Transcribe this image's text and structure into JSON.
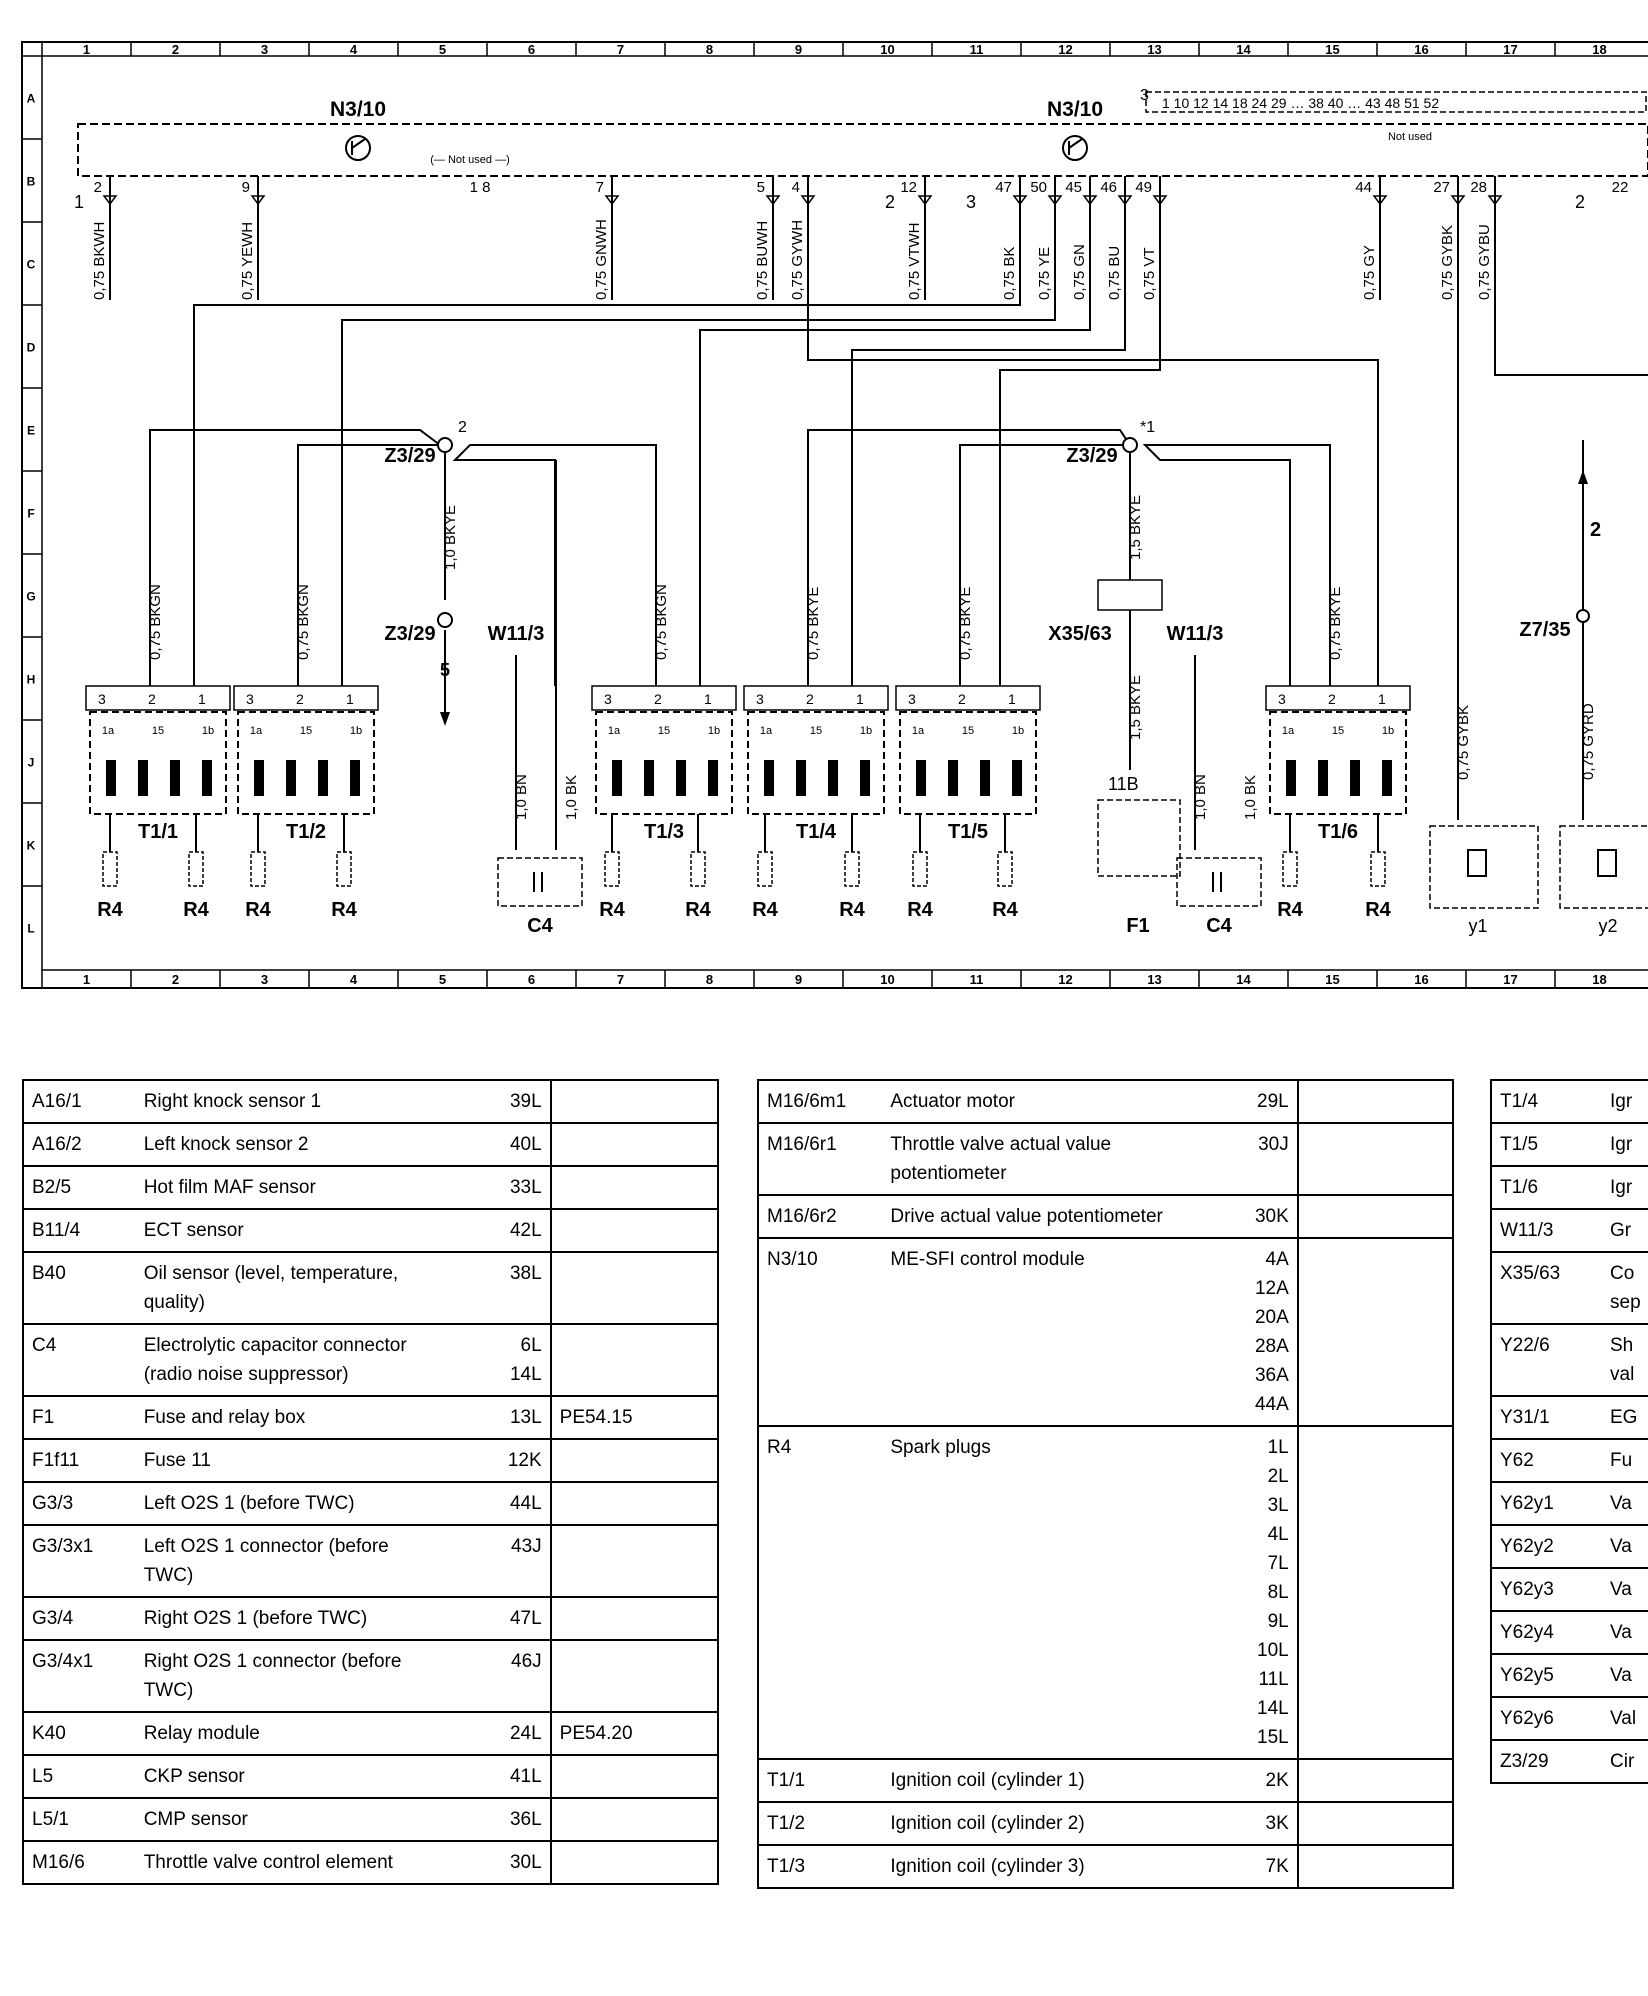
{
  "grid": {
    "columns": [
      "1",
      "2",
      "3",
      "4",
      "5",
      "6",
      "7",
      "8",
      "9",
      "10",
      "11",
      "12",
      "13",
      "14",
      "15",
      "16",
      "17",
      "18"
    ],
    "rows": [
      "A",
      "B",
      "C",
      "D",
      "E",
      "F",
      "G",
      "H",
      "J",
      "K",
      "L"
    ]
  },
  "diagram": {
    "module_left": "N3/10",
    "module_right": "N3/10",
    "not_used_left": "Not used",
    "not_used_right": "Not used",
    "right_pins_label": "1 10 12 14 18 24 29 … 38 40 … 43 48 51 52",
    "splice_a": "Z3/29",
    "splice_b": "Z3/29",
    "splice_c": "Z3/29",
    "splice_d": "Z7/35",
    "ground_a": "W11/3",
    "ground_b": "W11/3",
    "connector": "X35/63",
    "fuse_box": "F1",
    "fuse_ref": "11B",
    "capacitor_a": "C4",
    "capacitor_b": "C4",
    "spark_plug": "R4",
    "valves": [
      "y1",
      "y2"
    ],
    "arrow_5": "5",
    "arrow_2": "2",
    "coils": [
      "T1/1",
      "T1/2",
      "T1/3",
      "T1/4",
      "T1/5",
      "T1/6"
    ],
    "wires": {
      "w1": "0,75 BKWH",
      "w2": "0,75 YEWH",
      "w3": "0,75 GNWH",
      "w4": "0,75 BUWH",
      "w5": "0,75 GYWH",
      "w6": "0,75 VTWH",
      "w7": "0,75 BK",
      "w8": "0,75 YE",
      "w9": "0,75 GN",
      "w10": "0,75 BU",
      "w11": "0,75 VT",
      "w12": "0,75 GY",
      "w13": "0,75 GYBK",
      "w14": "0,75 GYBU",
      "bkgn": "0,75 BKGN",
      "bkye": "0,75 BKYE",
      "z329": "1,0 BKYE",
      "x3563a": "1,5 BKYE",
      "x3563b": "1,5 BKYE",
      "bn": "1,0 BN",
      "bk": "1,0 BK",
      "gybk": "0,75 GYBK",
      "gyrd": "0,75 GYRD"
    },
    "pins": {
      "p2": "2",
      "p9": "9",
      "p1": "1",
      "p8": "8",
      "p7": "7",
      "p5": "5",
      "p4": "4",
      "p12": "12",
      "p47": "47",
      "p50": "50",
      "p45": "45",
      "p46": "46",
      "p49": "49",
      "p44": "44",
      "p27": "27",
      "p28": "28",
      "p22": "22",
      "p3": "3",
      "star1": "*1",
      "coil_pins": [
        "3",
        "2",
        "1"
      ],
      "coil_inner": [
        "1a",
        "15",
        "1b"
      ]
    }
  },
  "legend": {
    "table1": [
      {
        "code": "A16/1",
        "desc": [
          "Right knock sensor 1"
        ],
        "loc": [
          "39L"
        ],
        "ref": ""
      },
      {
        "code": "A16/2",
        "desc": [
          "Left knock sensor 2"
        ],
        "loc": [
          "40L"
        ],
        "ref": ""
      },
      {
        "code": "B2/5",
        "desc": [
          "Hot film MAF sensor"
        ],
        "loc": [
          "33L"
        ],
        "ref": ""
      },
      {
        "code": "B11/4",
        "desc": [
          "ECT sensor"
        ],
        "loc": [
          "42L"
        ],
        "ref": ""
      },
      {
        "code": "B40",
        "desc": [
          "Oil sensor (level, temperature,",
          "quality)"
        ],
        "loc": [
          "38L"
        ],
        "ref": ""
      },
      {
        "code": "C4",
        "desc": [
          "Electrolytic capacitor connector",
          "(radio noise suppressor)"
        ],
        "loc": [
          "6L",
          "14L"
        ],
        "ref": ""
      },
      {
        "code": "F1",
        "desc": [
          "Fuse and relay box"
        ],
        "loc": [
          "13L"
        ],
        "ref": "PE54.15"
      },
      {
        "code": "F1f11",
        "desc": [
          "Fuse 11"
        ],
        "loc": [
          "12K"
        ],
        "ref": ""
      },
      {
        "code": "G3/3",
        "desc": [
          "Left O2S 1 (before TWC)"
        ],
        "loc": [
          "44L"
        ],
        "ref": ""
      },
      {
        "code": "G3/3x1",
        "desc": [
          "Left O2S 1 connector (before",
          "TWC)"
        ],
        "loc": [
          "43J"
        ],
        "ref": ""
      },
      {
        "code": "G3/4",
        "desc": [
          "Right O2S 1 (before TWC)"
        ],
        "loc": [
          "47L"
        ],
        "ref": ""
      },
      {
        "code": "G3/4x1",
        "desc": [
          "Right O2S 1 connector (before",
          "TWC)"
        ],
        "loc": [
          "46J"
        ],
        "ref": ""
      },
      {
        "code": "K40",
        "desc": [
          "Relay module"
        ],
        "loc": [
          "24L"
        ],
        "ref": "PE54.20"
      },
      {
        "code": "L5",
        "desc": [
          "CKP sensor"
        ],
        "loc": [
          "41L"
        ],
        "ref": ""
      },
      {
        "code": "L5/1",
        "desc": [
          "CMP sensor"
        ],
        "loc": [
          "36L"
        ],
        "ref": ""
      },
      {
        "code": "M16/6",
        "desc": [
          "Throttle valve control element"
        ],
        "loc": [
          "30L"
        ],
        "ref": ""
      }
    ],
    "table2": [
      {
        "code": "M16/6m1",
        "desc": [
          "Actuator motor"
        ],
        "loc": [
          "29L"
        ],
        "ref": ""
      },
      {
        "code": "M16/6r1",
        "desc": [
          "Throttle valve actual value",
          "potentiometer"
        ],
        "loc": [
          "30J"
        ],
        "ref": ""
      },
      {
        "code": "M16/6r2",
        "desc": [
          "Drive actual value potentiometer"
        ],
        "loc": [
          "30K"
        ],
        "ref": ""
      },
      {
        "code": "N3/10",
        "desc": [
          "ME-SFI control module"
        ],
        "loc": [
          "4A",
          "12A",
          "20A",
          "28A",
          "36A",
          "44A"
        ],
        "ref": ""
      },
      {
        "code": "R4",
        "desc": [
          "Spark plugs"
        ],
        "loc": [
          "1L",
          "2L",
          "3L",
          "4L",
          "7L",
          "8L",
          "9L",
          "10L",
          "11L",
          "14L",
          "15L"
        ],
        "ref": ""
      },
      {
        "code": "T1/1",
        "desc": [
          "Ignition coil (cylinder 1)"
        ],
        "loc": [
          "2K"
        ],
        "ref": ""
      },
      {
        "code": "T1/2",
        "desc": [
          "Ignition coil (cylinder 2)"
        ],
        "loc": [
          "3K"
        ],
        "ref": ""
      },
      {
        "code": "T1/3",
        "desc": [
          "Ignition coil (cylinder 3)"
        ],
        "loc": [
          "7K"
        ],
        "ref": ""
      }
    ],
    "table3": [
      {
        "code": "T1/4",
        "desc": [
          "Igr"
        ]
      },
      {
        "code": "T1/5",
        "desc": [
          "Igr"
        ]
      },
      {
        "code": "T1/6",
        "desc": [
          "Igr"
        ]
      },
      {
        "code": "W11/3",
        "desc": [
          "Gr"
        ]
      },
      {
        "code": "X35/63",
        "desc": [
          "Co",
          "sep"
        ]
      },
      {
        "code": "Y22/6",
        "desc": [
          "Sh",
          "val"
        ]
      },
      {
        "code": "Y31/1",
        "desc": [
          "EG"
        ]
      },
      {
        "code": "Y62",
        "desc": [
          "Fu"
        ]
      },
      {
        "code": "Y62y1",
        "desc": [
          "Va"
        ]
      },
      {
        "code": "Y62y2",
        "desc": [
          "Va"
        ]
      },
      {
        "code": "Y62y3",
        "desc": [
          "Va"
        ]
      },
      {
        "code": "Y62y4",
        "desc": [
          "Va"
        ]
      },
      {
        "code": "Y62y5",
        "desc": [
          "Va"
        ]
      },
      {
        "code": "Y62y6",
        "desc": [
          "Val"
        ]
      },
      {
        "code": "Z3/29",
        "desc": [
          "Cir"
        ]
      }
    ]
  }
}
